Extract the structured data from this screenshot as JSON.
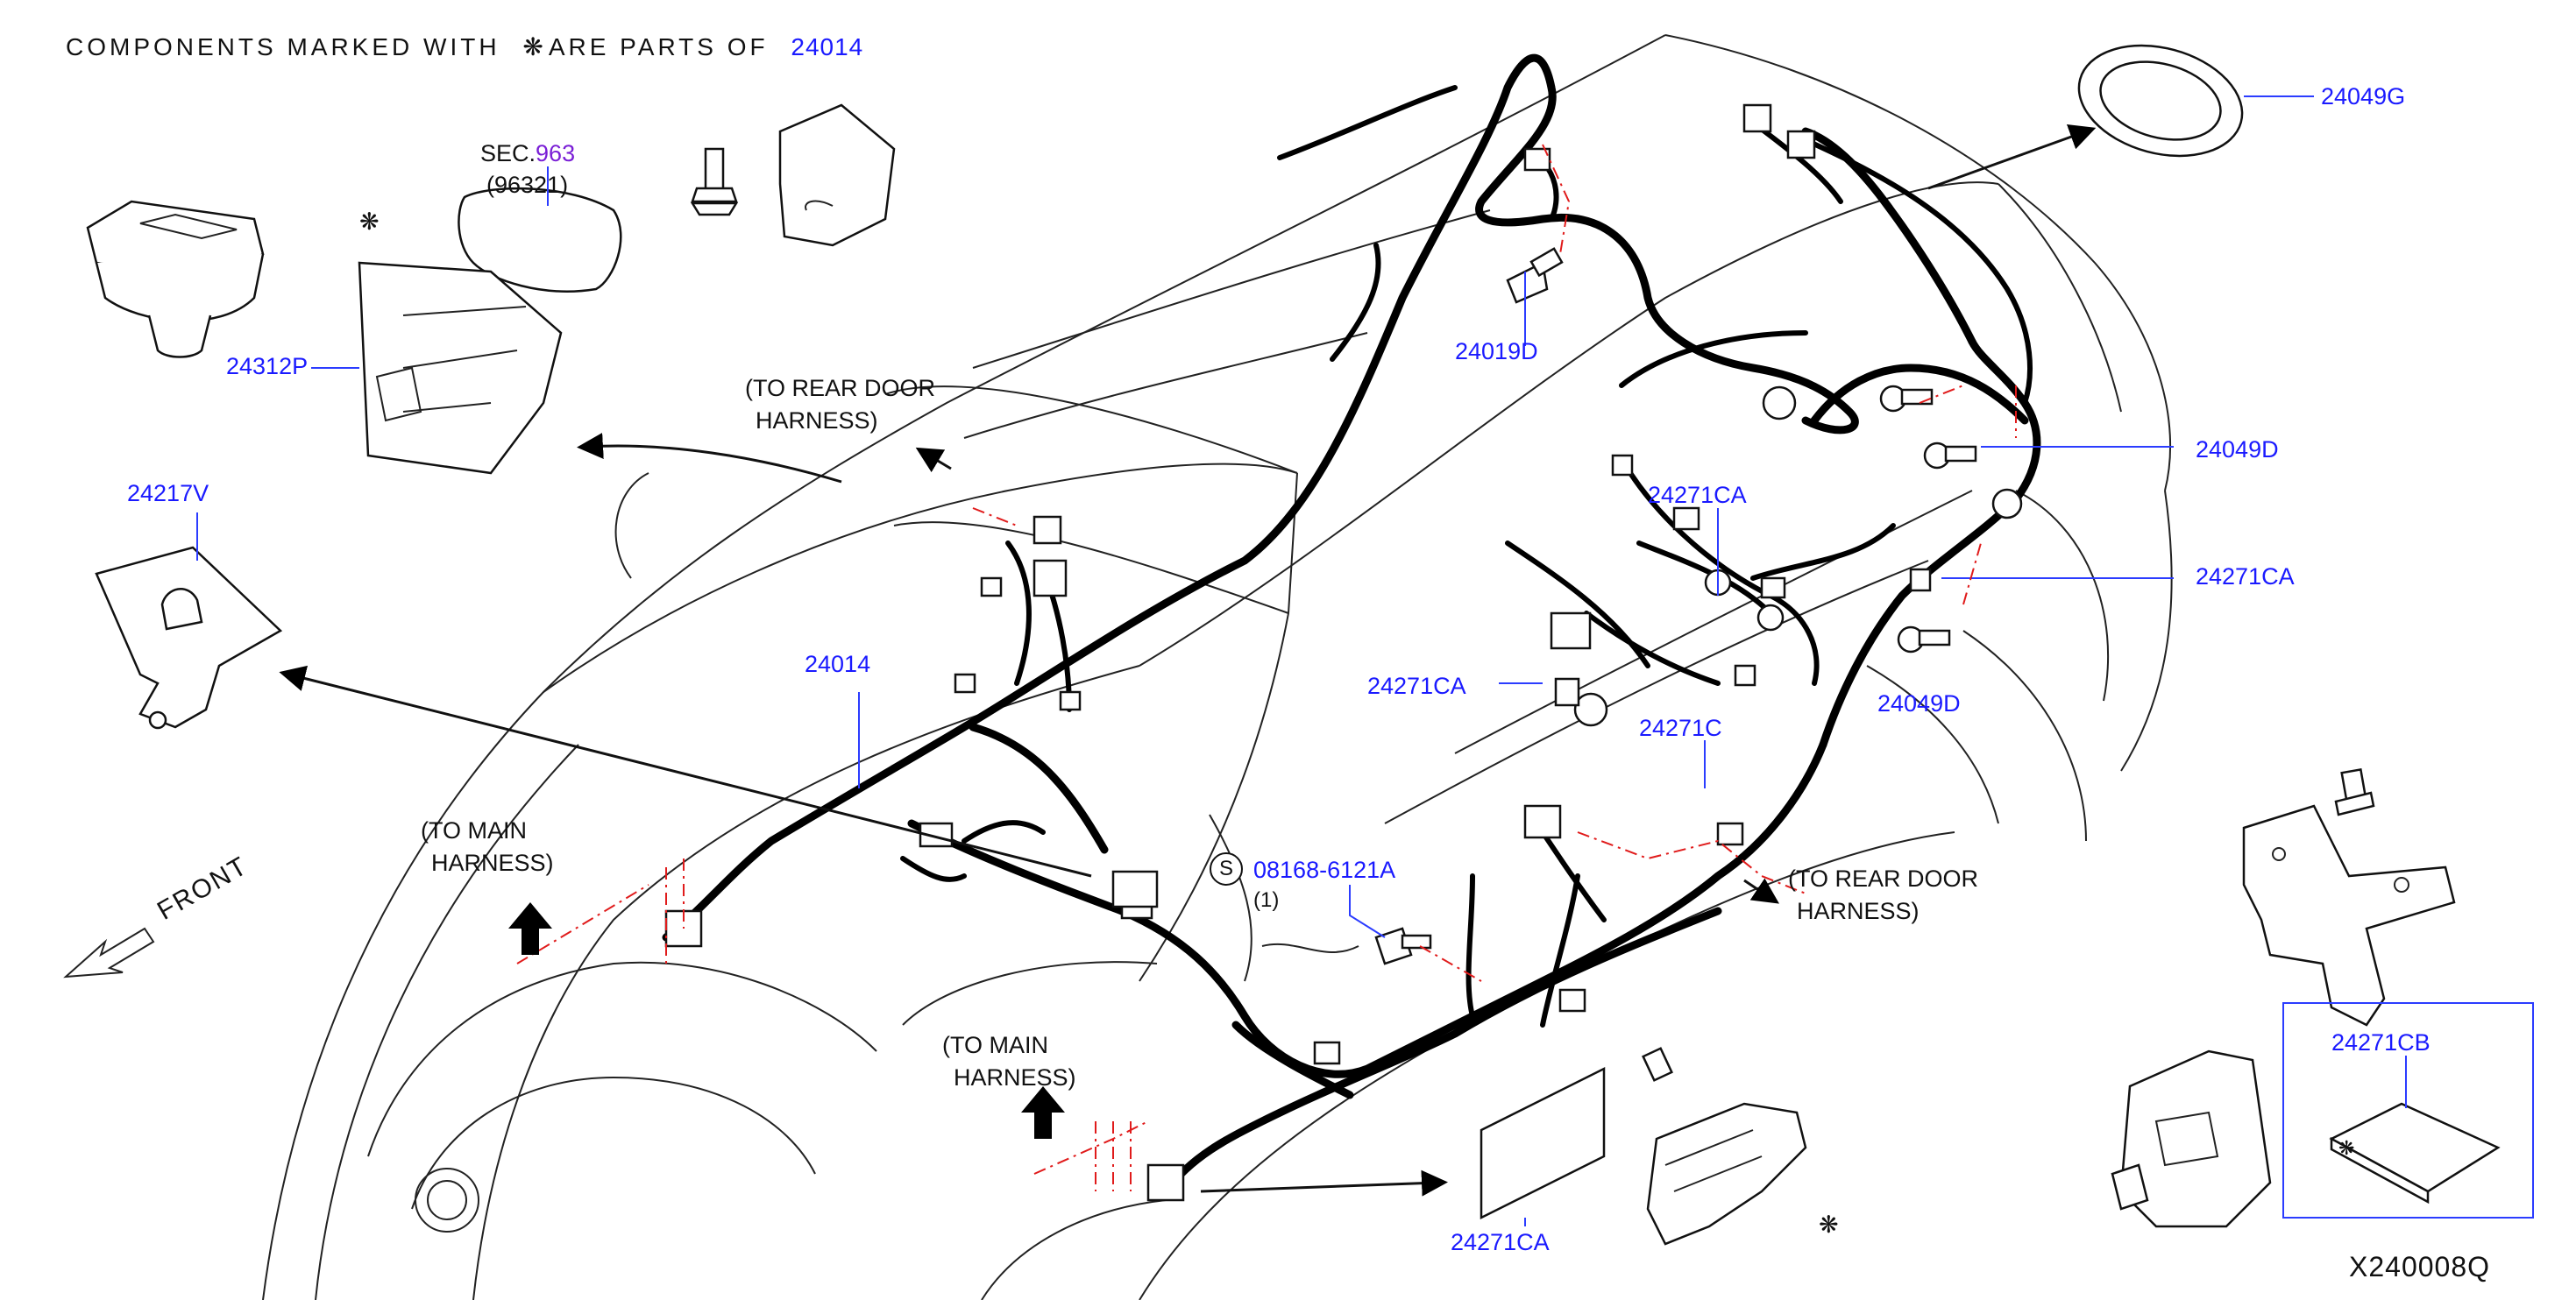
{
  "header": {
    "prefix": "COMPONENTS MARKED WITH",
    "suffix": "ARE PARTS OF",
    "part_ref": "24014",
    "mark_symbol": "❋"
  },
  "labels": {
    "sec_prefix": "SEC.",
    "sec_number": "963",
    "sec_sub": "(96321)",
    "p24312P": "24312P",
    "p24217V": "24217V",
    "p24014": "24014",
    "p24019D": "24019D",
    "p24049G": "24049G",
    "p24049D_upper": "24049D",
    "p24049D_lower": "24049D",
    "p24271CA_top": "24271CA",
    "p24271CA_right": "24271CA",
    "p24271CA_left": "24271CA",
    "p24271CA_bottom": "24271CA",
    "p24271C": "24271C",
    "p24271CB": "24271CB",
    "bolt_symbol": "S",
    "bolt_part": "08168-6121A",
    "bolt_qty": "(1)",
    "drawing_code": "X240008Q",
    "front": "FRONT"
  },
  "callouts": {
    "rear_door_top_1": "(TO  REAR  DOOR",
    "rear_door_top_2": "HARNESS)",
    "rear_door_right_1": "(TO  REAR  DOOR",
    "rear_door_right_2": "HARNESS)",
    "main_left_1": "(TO  MAIN",
    "main_left_2": "HARNESS)",
    "main_bottom_1": "(TO  MAIN",
    "main_bottom_2": "HARNESS)"
  },
  "marks": {
    "m1": "❋",
    "m2": "❋",
    "m3": "❋"
  },
  "colors": {
    "part_number": "#1a1aff",
    "sec_number": "#7a1fd6",
    "mating_line": "#e01b1b",
    "text": "#111111"
  }
}
